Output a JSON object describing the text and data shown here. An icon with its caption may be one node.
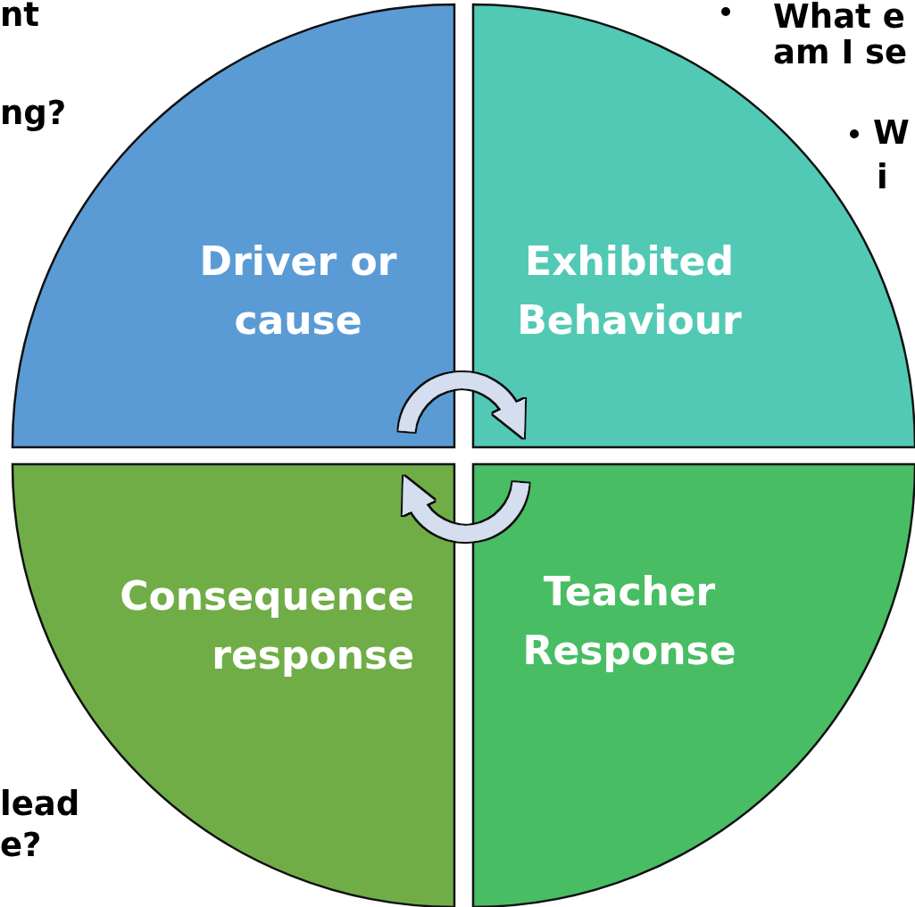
{
  "diagram": {
    "nodes": [
      {
        "text": [
          "Driver or cause"
        ]
      },
      {
        "text": [
          "Exhibited Behaviour"
        ]
      },
      {
        "text": [
          "Consequence response"
        ]
      },
      {
        "text": [
          "Teacher Response"
        ]
      }
    ],
    "edges": [
      {
        "from": 0,
        "to": 1,
        "arrow": "to"
      },
      {
        "from": 3,
        "to": 2,
        "arrow": "to"
      }
    ],
    "labels": [
      "nt",
      "What e",
      "am I se",
      "ng?",
      "W",
      "i",
      "lead",
      "e?"
    ]
  }
}
